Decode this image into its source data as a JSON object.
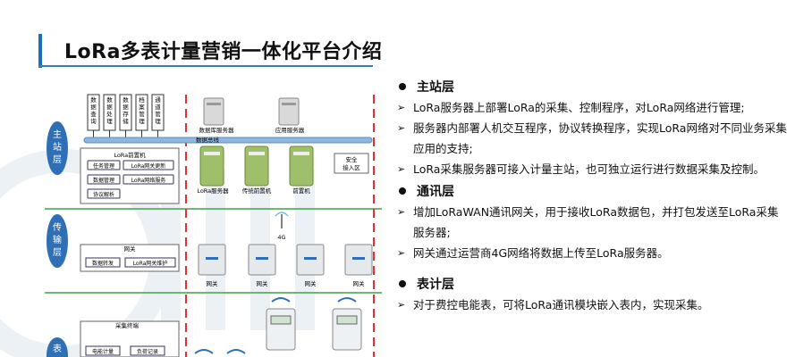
{
  "title": "LoRa多表计量营销一体化平台介绍",
  "diagram": {
    "layers": [
      "主站层",
      "传输层",
      "表计层"
    ],
    "modules": [
      "数据查询",
      "数据处理",
      "数据存储",
      "档案管理",
      "通道管理"
    ],
    "servers_top": [
      "数据库服务器",
      "应用服务器"
    ],
    "bus": "数据总线",
    "lora_front": {
      "title": "LoRa前置机",
      "items": [
        "任务管理",
        "LoRa网关更新",
        "数据管理",
        "LoRa网络服务",
        "协议解析"
      ]
    },
    "machines": [
      "LoRa服务器",
      "传统前置机",
      "前置机"
    ],
    "security": "安全接入区",
    "gateway_box": {
      "title": "网关",
      "items": [
        "数据转发",
        "LoRa网关维护"
      ]
    },
    "net": "4G",
    "gateway_label": "网关",
    "terminal_box": {
      "title": "采集终端",
      "items": [
        "电能计量",
        "负荷记录"
      ]
    }
  },
  "sections": [
    {
      "heading": "主站层",
      "items": [
        "LoRa服务器上部署LoRa的采集、控制程序，对LoRa网络进行管理;",
        "服务器内部署人机交互程序，协议转换程序，实现LoRa网络对不同业务采集应用的支持;",
        "LoRa采集服务器可接入计量主站，也可独立运行进行数据采集及控制。"
      ]
    },
    {
      "heading": "通讯层",
      "items": [
        "增加LoRaWAN通讯网关，用于接收LoRa数据包，并打包发送至LoRa采集服务器;",
        "网关通过运营商4G网络将数据上传至LoRa服务器。"
      ]
    },
    {
      "heading": "表计层",
      "items": [
        "对于费控电能表，可将LoRa通讯模块嵌入表内，实现采集。"
      ]
    }
  ],
  "colors": {
    "accent": "#1f6fb8",
    "layer_fill": "#2f6fb6",
    "divider": "#3fa24a",
    "dashed": "#d33",
    "bus": "#8fb6dc"
  }
}
